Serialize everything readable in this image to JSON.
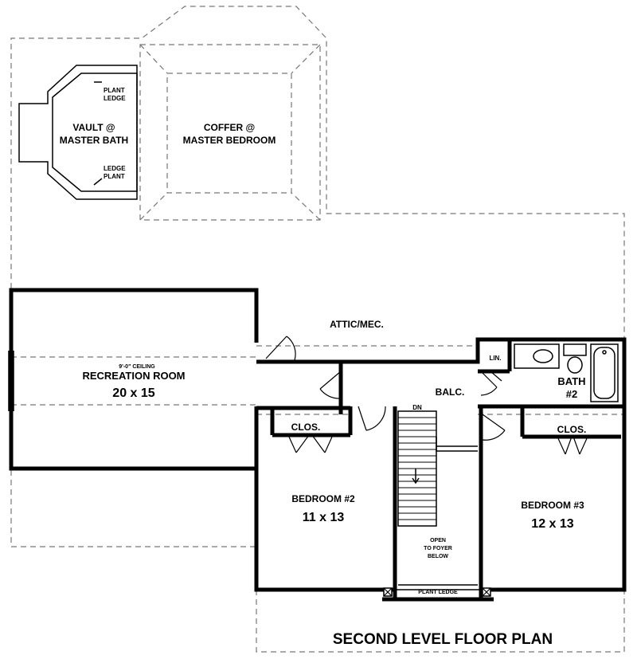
{
  "plan": {
    "title": "SECOND LEVEL FLOOR PLAN",
    "vault": {
      "line1": "VAULT @",
      "line2": "MASTER BATH"
    },
    "plant_ledge_top": {
      "line1": "PLANT",
      "line2": "LEDGE"
    },
    "plant_ledge_bottom": {
      "line1": "LEDGE",
      "line2": "PLANT"
    },
    "coffer": {
      "line1": "COFFER @",
      "line2": "MASTER BEDROOM"
    },
    "attic": "ATTIC/MEC.",
    "recreation": {
      "ceiling": "9'-0\" CEILING",
      "name": "RECREATION ROOM",
      "size": "20 x 15"
    },
    "lin": "LIN.",
    "bath": {
      "line1": "BATH",
      "line2": "#2"
    },
    "balcony": "BALC.",
    "stair_dn": "DN",
    "closet_left": "CLOS.",
    "closet_right": "CLOS.",
    "bedroom2": {
      "name": "BEDROOM #2",
      "size": "11 x 13"
    },
    "bedroom3": {
      "name": "BEDROOM #3",
      "size": "12 x 13"
    },
    "open_foyer": {
      "line1": "OPEN",
      "line2": "TO FOYER",
      "line3": "BELOW"
    },
    "plant_ledge_stair": "PLANT LEDGE"
  }
}
